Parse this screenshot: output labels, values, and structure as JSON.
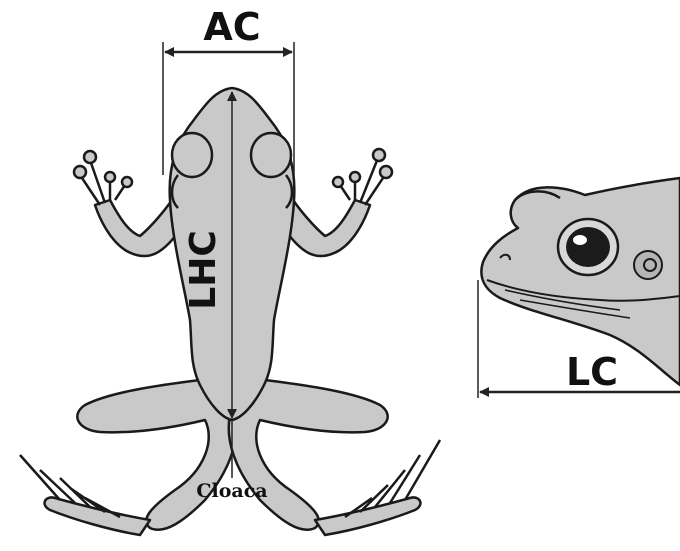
{
  "labels": {
    "ac": "AC",
    "lhc": "LHC",
    "lc": "LC",
    "cloaca": "Cloaca"
  },
  "colors": {
    "body_fill": "#c9c9c9",
    "outline": "#1a1a1a",
    "measure_line": "#222222"
  }
}
